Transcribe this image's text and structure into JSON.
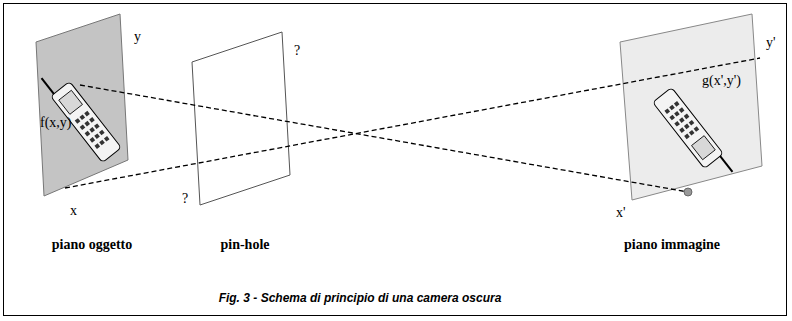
{
  "diagram": {
    "caption": "Fig. 3 -  Schema di principio di una camera oscura",
    "labels": [
      "y",
      "f(x,y)",
      "x",
      "?",
      "?",
      "y'",
      "g(x',y')",
      "x'",
      "piano oggetto",
      "pin-hole",
      "piano immagine"
    ]
  }
}
